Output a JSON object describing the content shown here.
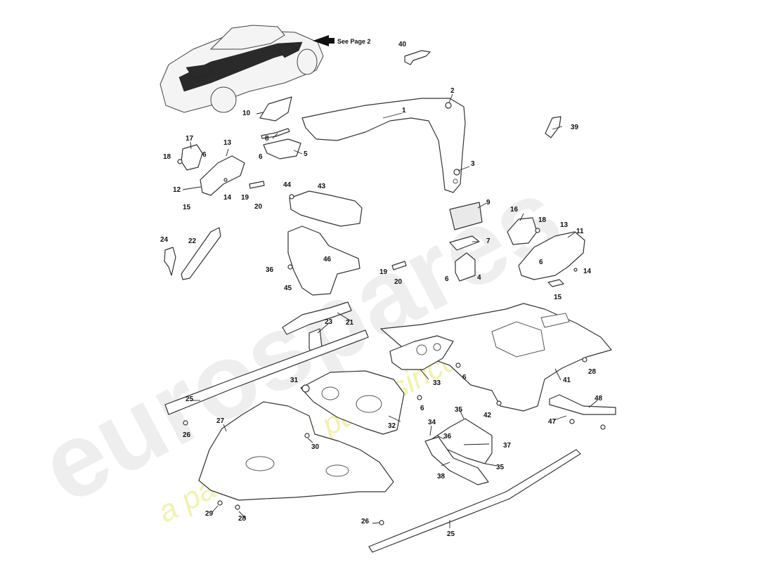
{
  "watermark": {
    "brand": "eurospares",
    "tagline": "a passion for parts since 1985"
  },
  "page_reference": "See Page 2",
  "callouts": {
    "c1": "1",
    "c2": "2",
    "c3": "3",
    "c4": "4",
    "c5": "5",
    "c6a": "6",
    "c6b": "6",
    "c6c": "6",
    "c6d": "6",
    "c6e": "6",
    "c6f": "6",
    "c7": "7",
    "c8": "8",
    "c9": "9",
    "c10": "10",
    "c11": "11",
    "c12": "12",
    "c13a": "13",
    "c13b": "13",
    "c14a": "14",
    "c14b": "14",
    "c15a": "15",
    "c15b": "15",
    "c16": "16",
    "c17": "17",
    "c18a": "18",
    "c18b": "18",
    "c19a": "19",
    "c19b": "19",
    "c20a": "20",
    "c20b": "20",
    "c21": "21",
    "c22": "22",
    "c23": "23",
    "c24": "24",
    "c25a": "25",
    "c25b": "25",
    "c26a": "26",
    "c26b": "26",
    "c27": "27",
    "c28a": "28",
    "c28b": "28",
    "c29": "29",
    "c30": "30",
    "c31": "31",
    "c32": "32",
    "c33": "33",
    "c34": "34",
    "c35a": "35",
    "c35b": "35",
    "c36a": "36",
    "c36b": "36",
    "c37": "37",
    "c38": "38",
    "c39": "39",
    "c40": "40",
    "c41": "41",
    "c42": "42",
    "c43": "43",
    "c44": "44",
    "c45": "45",
    "c46": "46",
    "c47": "47",
    "c48": "48"
  }
}
